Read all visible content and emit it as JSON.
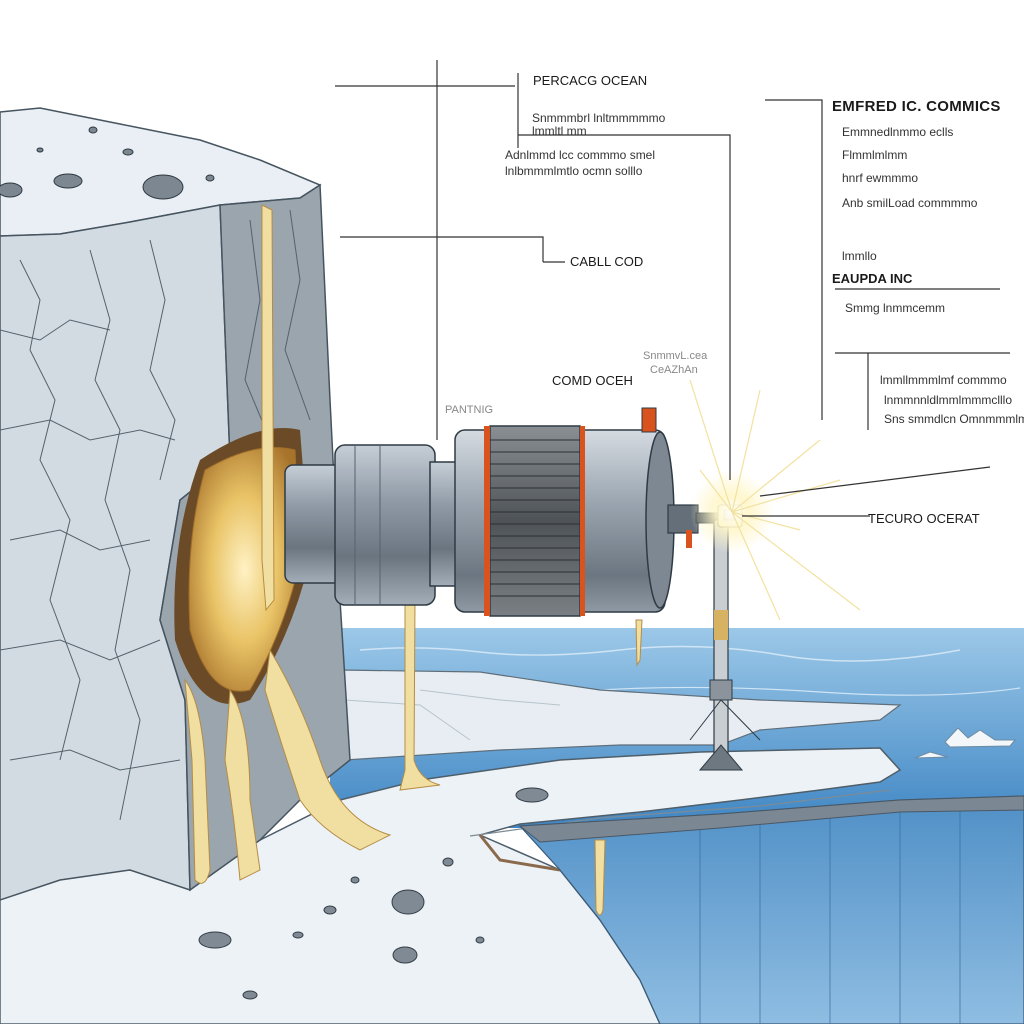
{
  "labels": {
    "perface_ocean": "PERCACG OCEAN",
    "left_sub1": "Snmmmbrl lnltmmmmmo",
    "left_sub2": "lmmltl mm",
    "left_sub3": "Adnlmmd lcc commmo smel",
    "left_sub4": "lnlbmmmlmtlo ocmn solllo",
    "cable_cod": "CABLL COD",
    "cond_ocen": "COMD OCEH",
    "pantnig": "PANTNIG",
    "center_faint1": "SnmmvL.cea",
    "center_faint2": "CeAZhAn",
    "right_title": "EMFRED IC. COMMICS",
    "right_sub1": "Emmnedlnmmo eclls",
    "right_sub2": "Flmmlmlmm",
    "right_sub3": "hnrf ewmmmo",
    "right_sub4": "Anb smilLoad commmmo",
    "right_sub5": "lmmllo",
    "europa_inc": "EAUPDA INC",
    "right_sub6": "Smmg lnmmcemm",
    "right_low1": "lmmllmmmlmf commmo",
    "right_low2": "lnmmnnldlmmlmmmclllo",
    "right_low3": "Sns smmdlcn Omnmmmlmo",
    "tecuro": "TECURO OCERAT"
  },
  "colors": {
    "ice": "#eef3f7",
    "cliff": "#cdd6de",
    "ocean": "#5a9fd4",
    "drill_body": "#8d98a3",
    "drill_accent": "#d9531e",
    "molten": "#e8c56a"
  }
}
